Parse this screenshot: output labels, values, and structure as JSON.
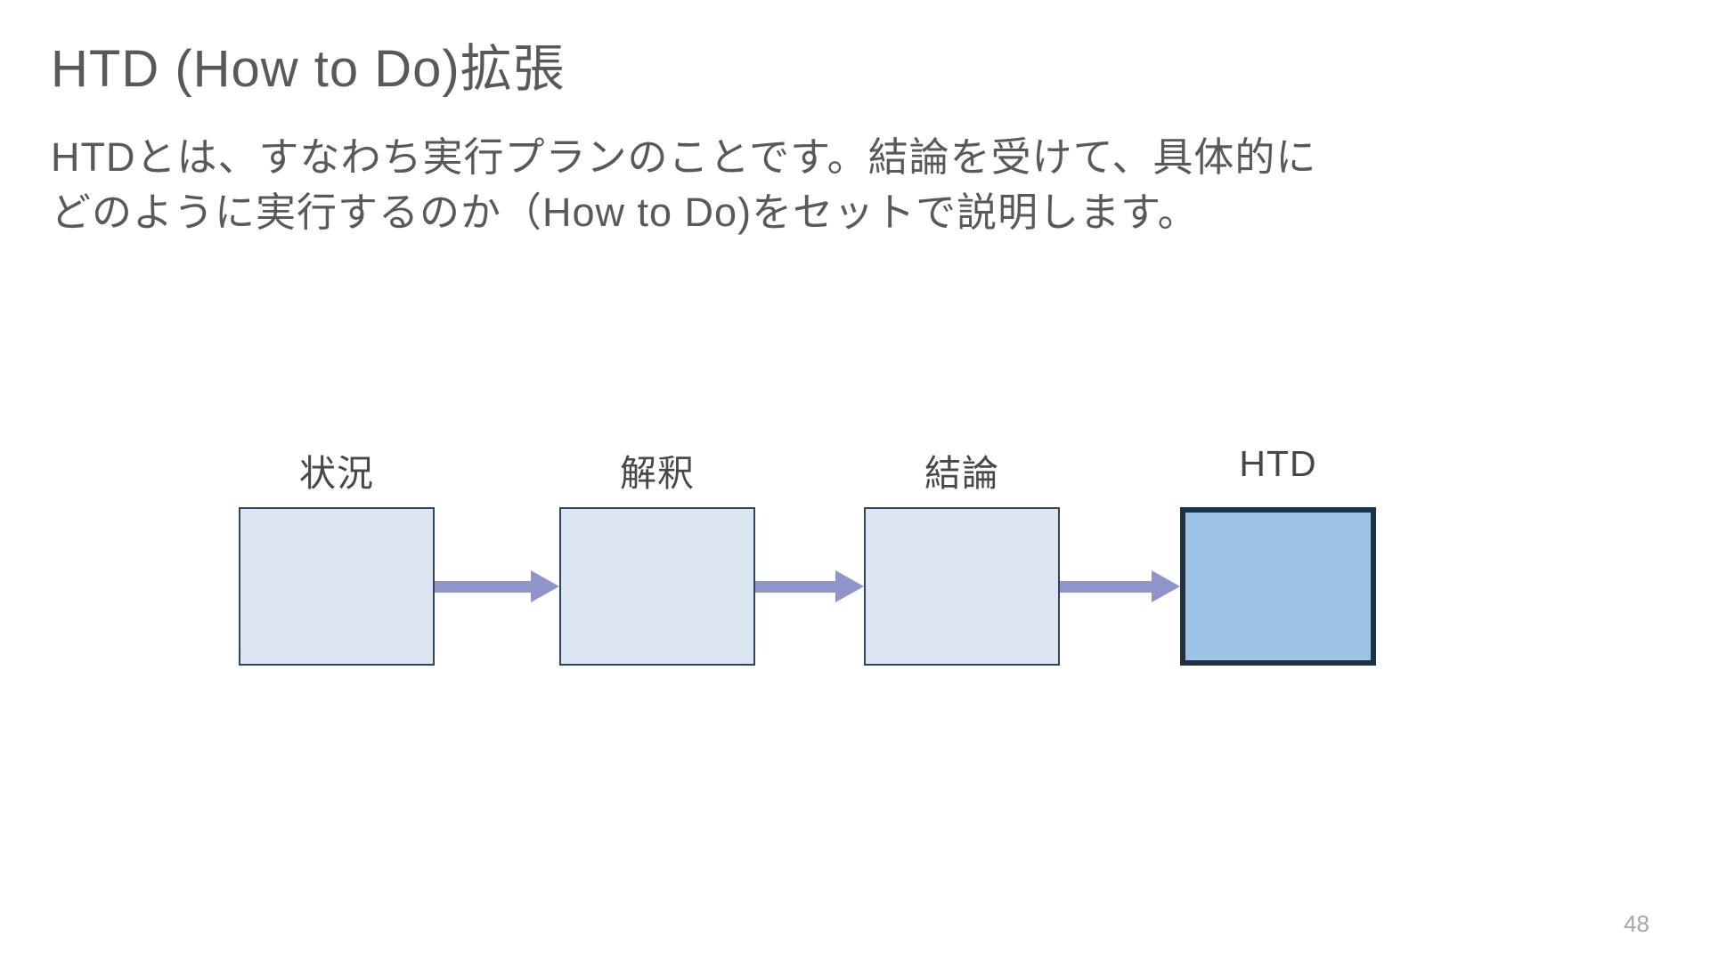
{
  "slide": {
    "title": "HTD (How to Do)拡張",
    "body": {
      "lines": [
        "HTDとは、すなわち実行プランのことです。結論を受けて、具体的に",
        "どのように実行するのか（How to Do)をセットで説明します。"
      ]
    },
    "page_number": "48"
  },
  "diagram": {
    "type": "flow",
    "steps": [
      {
        "label": "状況",
        "highlighted": false
      },
      {
        "label": "解釈",
        "highlighted": false
      },
      {
        "label": "結論",
        "highlighted": false
      },
      {
        "label": "HTD",
        "highlighted": true
      }
    ],
    "colors": {
      "box_fill": "#dce6f2",
      "box_border": "#2f455c",
      "highlight_fill": "#9dc3e6",
      "highlight_border": "#1d3147",
      "arrow": "#8f94c9"
    }
  }
}
